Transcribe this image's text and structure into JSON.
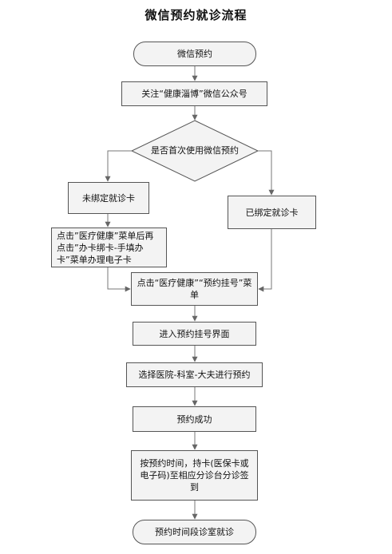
{
  "title": "微信预约就诊流程",
  "nodes": {
    "start": "微信预约",
    "follow": "关注“健康淄博”微信公众号",
    "decision": "是否首次使用微信预约",
    "unbound": "未绑定就诊卡",
    "bound": "已绑定就诊卡",
    "bind_steps": "点击”医疗健康”菜单后再点击”办卡绑卡-手填办卡”菜单办理电子卡",
    "menu": "点击“医疗健康”“预约挂号”菜单",
    "enter": "进入预约挂号界面",
    "select": "选择医院-科室-大夫进行预约",
    "success": "预约成功",
    "checkin": "按预约时间，持卡(医保卡或电子码)至相应分诊台分诊签到",
    "end": "预约时间段诊室就诊"
  }
}
